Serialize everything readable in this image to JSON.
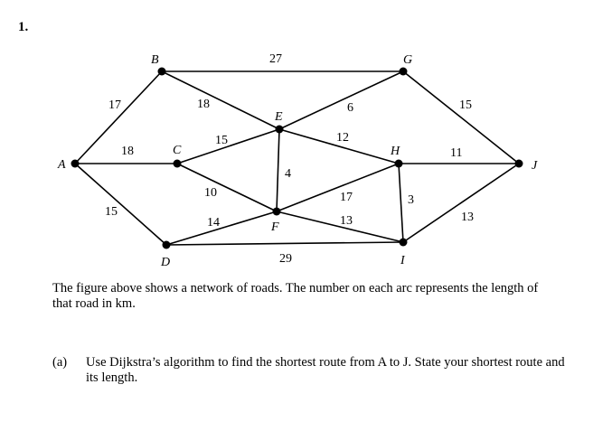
{
  "question_number": "1.",
  "nodes": [
    {
      "id": "A",
      "label": "A"
    },
    {
      "id": "B",
      "label": "B"
    },
    {
      "id": "C",
      "label": "C"
    },
    {
      "id": "D",
      "label": "D"
    },
    {
      "id": "E",
      "label": "E"
    },
    {
      "id": "F",
      "label": "F"
    },
    {
      "id": "G",
      "label": "G"
    },
    {
      "id": "H",
      "label": "H"
    },
    {
      "id": "I",
      "label": "I"
    },
    {
      "id": "J",
      "label": "J"
    }
  ],
  "edges": [
    {
      "from": "A",
      "to": "B",
      "weight": "17"
    },
    {
      "from": "A",
      "to": "C",
      "weight": "18"
    },
    {
      "from": "A",
      "to": "D",
      "weight": "15"
    },
    {
      "from": "B",
      "to": "G",
      "weight": "27"
    },
    {
      "from": "B",
      "to": "E",
      "weight": "18"
    },
    {
      "from": "C",
      "to": "E",
      "weight": "15"
    },
    {
      "from": "C",
      "to": "F",
      "weight": "10"
    },
    {
      "from": "D",
      "to": "F",
      "weight": "14"
    },
    {
      "from": "D",
      "to": "I",
      "weight": "29"
    },
    {
      "from": "E",
      "to": "G",
      "weight": "6"
    },
    {
      "from": "E",
      "to": "H",
      "weight": "12"
    },
    {
      "from": "E",
      "to": "F",
      "weight": "4"
    },
    {
      "from": "F",
      "to": "H",
      "weight": "17"
    },
    {
      "from": "F",
      "to": "I",
      "weight": "13"
    },
    {
      "from": "H",
      "to": "I",
      "weight": "3"
    },
    {
      "from": "G",
      "to": "J",
      "weight": "15"
    },
    {
      "from": "H",
      "to": "J",
      "weight": "11"
    },
    {
      "from": "I",
      "to": "J",
      "weight": "13"
    }
  ],
  "description": "The figure above shows a network of roads. The number on each arc represents the length of that road in km.",
  "part_a": {
    "label": "(a)",
    "text": "Use Dijkstra’s algorithm to find the shortest route from A to J. State your shortest route and its length."
  }
}
